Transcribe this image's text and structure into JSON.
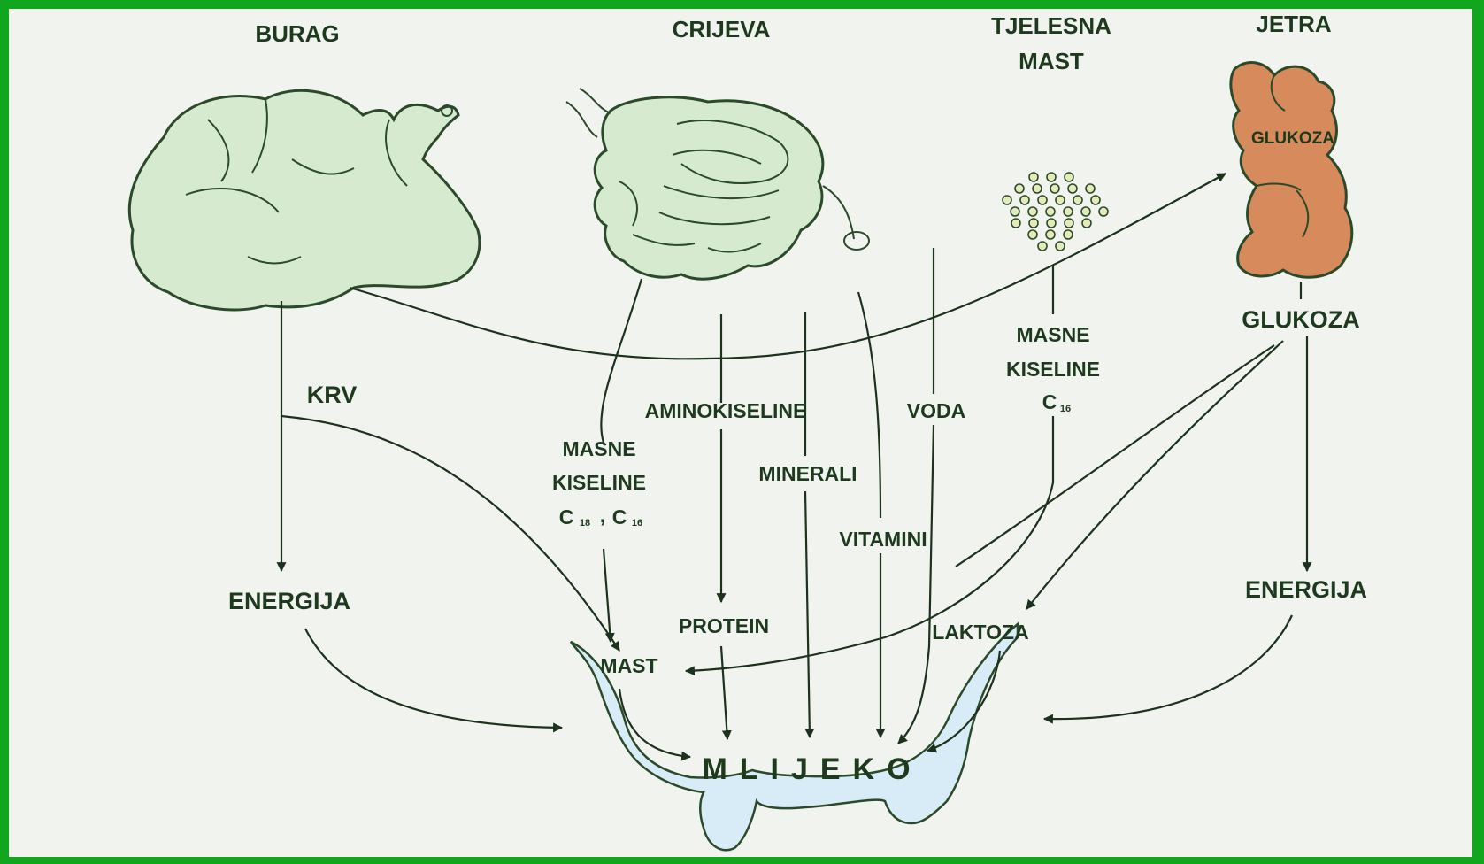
{
  "colors": {
    "frame_border": "#12a51e",
    "background": "#f1f3ef",
    "organ_green": "#d6ead0",
    "liver_brown": "#d78a5c",
    "fat_dots": "#e4eab9",
    "udder_blue": "#d7ecf6",
    "ink": "#1e3a1e"
  },
  "organs": {
    "rumen": {
      "label": "BURAG",
      "icon": "rumen-icon"
    },
    "intestines": {
      "label": "CRIJEVA",
      "icon": "intestines-icon"
    },
    "body_fat": {
      "label_line1": "TJELESNA",
      "label_line2": "MAST",
      "icon": "fat-droplets-icon"
    },
    "liver": {
      "label": "JETRA",
      "inner_label": "GLUKOZA",
      "icon": "liver-icon"
    }
  },
  "flows": {
    "blood": "KRV",
    "energy_left": "ENERGIJA",
    "fatty_acids_gut": {
      "line1": "MASNE",
      "line2": "KISELINE",
      "c18": "C",
      "c18_sub": "18",
      "comma": ",",
      "c16": "C",
      "c16_sub": "16"
    },
    "amino_acids": "AMINOKISELINE",
    "protein": "PROTEIN",
    "minerals": "MINERALI",
    "vitamins": "VITAMINI",
    "water": "VODA",
    "fatty_acids_body": {
      "line1": "MASNE",
      "line2": "KISELINE",
      "c16": "C",
      "c16_sub": "16"
    },
    "glucose": "GLUKOZA",
    "energy_right": "ENERGIJA",
    "lactose": "LAKTOZA",
    "fat": "MAST"
  },
  "milk": {
    "label": "MLIJEKO",
    "icon": "udder-icon"
  }
}
